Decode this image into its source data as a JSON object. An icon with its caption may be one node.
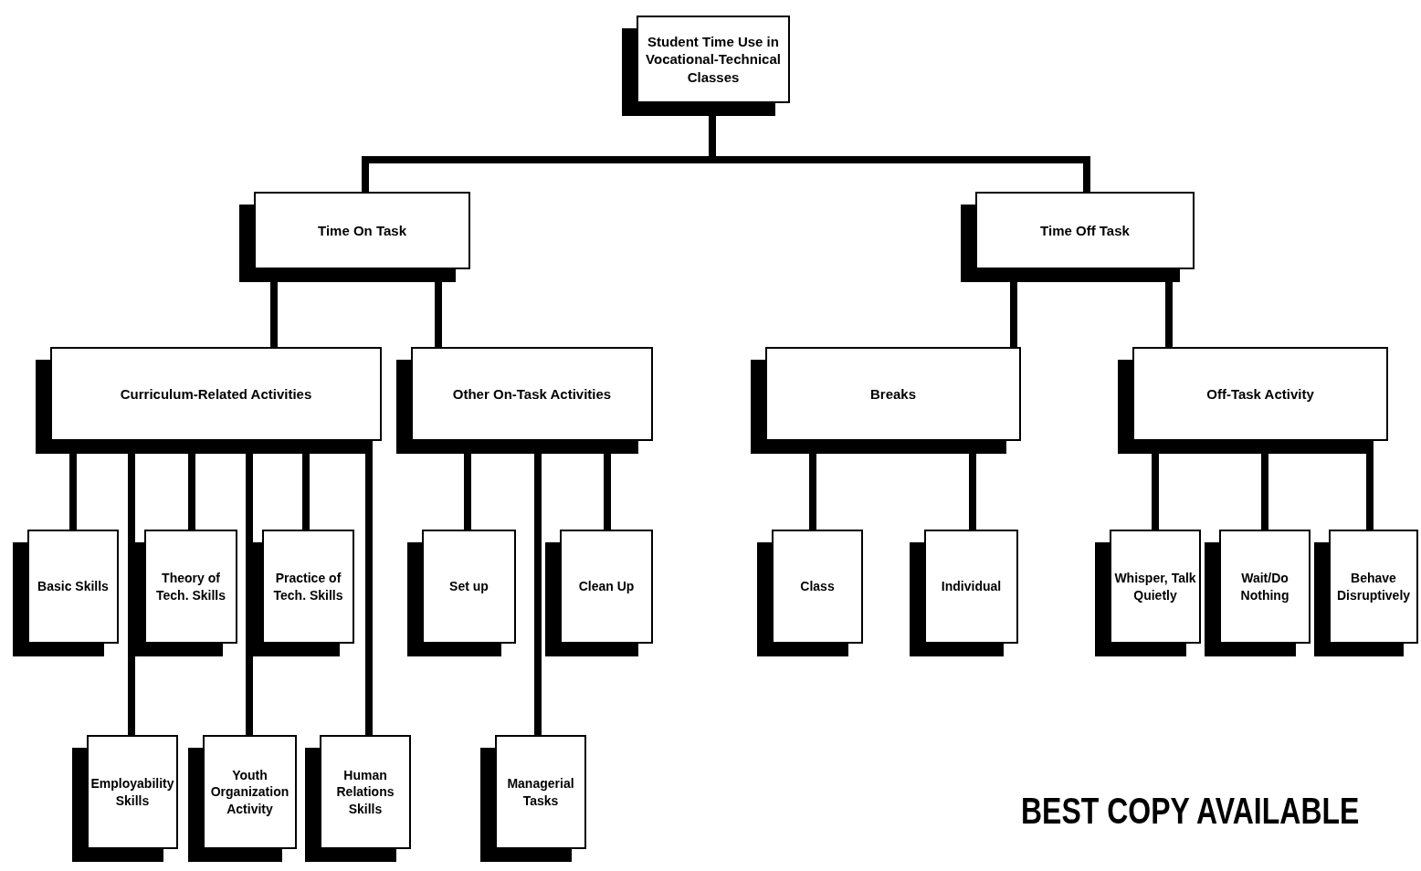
{
  "diagram": {
    "nodes": [
      {
        "text": [
          "Student Time Use in Vocational-Technical Classes"
        ]
      },
      {
        "text": [
          "Time On Task"
        ]
      },
      {
        "text": [
          "Time Off Task"
        ]
      },
      {
        "text": [
          "Curriculum-Related Activities"
        ]
      },
      {
        "text": [
          "Other On-Task Activities"
        ]
      },
      {
        "text": [
          "Breaks"
        ]
      },
      {
        "text": [
          "Off-Task Activity"
        ]
      },
      {
        "text": [
          "Basic Skills"
        ]
      },
      {
        "text": [
          "Theory of Tech. Skills"
        ]
      },
      {
        "text": [
          "Practice of Tech. Skills"
        ]
      },
      {
        "text": [
          "Employability Skills"
        ]
      },
      {
        "text": [
          "Youth Organization Activity"
        ]
      },
      {
        "text": [
          "Human Relations Skills"
        ]
      },
      {
        "text": [
          "Set up"
        ]
      },
      {
        "text": [
          "Clean Up"
        ]
      },
      {
        "text": [
          "Managerial Tasks"
        ]
      },
      {
        "text": [
          "Class"
        ]
      },
      {
        "text": [
          "Individual"
        ]
      },
      {
        "text": [
          "Whisper, Talk Quietly"
        ]
      },
      {
        "text": [
          "Wait/Do Nothing"
        ]
      },
      {
        "text": [
          "Behave Disruptively"
        ]
      }
    ],
    "edges": [
      {
        "from": 0,
        "to": 1,
        "arrow": "none"
      },
      {
        "from": 0,
        "to": 2,
        "arrow": "none"
      },
      {
        "from": 1,
        "to": 3,
        "arrow": "none"
      },
      {
        "from": 1,
        "to": 4,
        "arrow": "none"
      },
      {
        "from": 2,
        "to": 5,
        "arrow": "none"
      },
      {
        "from": 2,
        "to": 6,
        "arrow": "none"
      },
      {
        "from": 3,
        "to": 7,
        "arrow": "none"
      },
      {
        "from": 3,
        "to": 8,
        "arrow": "none"
      },
      {
        "from": 3,
        "to": 9,
        "arrow": "none"
      },
      {
        "from": 3,
        "to": 10,
        "arrow": "none"
      },
      {
        "from": 3,
        "to": 11,
        "arrow": "none"
      },
      {
        "from": 3,
        "to": 12,
        "arrow": "none"
      },
      {
        "from": 4,
        "to": 13,
        "arrow": "none"
      },
      {
        "from": 4,
        "to": 14,
        "arrow": "none"
      },
      {
        "from": 4,
        "to": 15,
        "arrow": "none"
      },
      {
        "from": 5,
        "to": 16,
        "arrow": "none"
      },
      {
        "from": 5,
        "to": 17,
        "arrow": "none"
      },
      {
        "from": 6,
        "to": 18,
        "arrow": "none"
      },
      {
        "from": 6,
        "to": 19,
        "arrow": "none"
      },
      {
        "from": 6,
        "to": 20,
        "arrow": "none"
      }
    ],
    "labels": [
      "BEST COPY AVAILABLE"
    ]
  }
}
